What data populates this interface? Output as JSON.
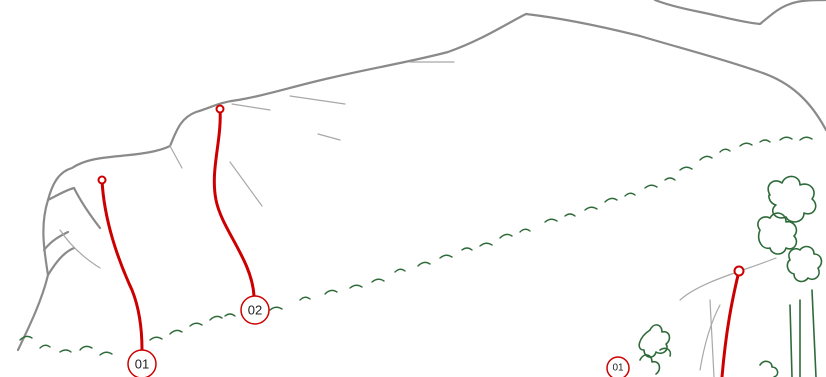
{
  "colors": {
    "route": "#cc0000",
    "rock_outline": "#8a8a8a",
    "vegetation": "#2f6b3a",
    "background": "#ffffff"
  },
  "routes": [
    {
      "id": "route-01",
      "label": "01"
    },
    {
      "id": "route-02",
      "label": "02"
    },
    {
      "id": "route-01-right",
      "label": "01"
    }
  ]
}
